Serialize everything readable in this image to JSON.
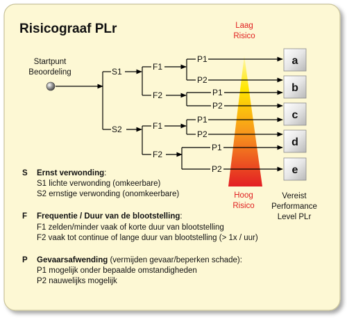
{
  "title": "Risicograaf PLr",
  "start": {
    "line1": "Startpunt",
    "line2": "Beoordeling"
  },
  "nodes": {
    "s1": "S1",
    "s2": "S2",
    "f1": "F1",
    "f2": "F2",
    "p1": "P1",
    "p2": "P2"
  },
  "risk_low": {
    "line1": "Laag",
    "line2": "Risico"
  },
  "risk_high": {
    "line1": "Hoog",
    "line2": "Risico"
  },
  "levels": [
    "a",
    "b",
    "c",
    "d",
    "e"
  ],
  "levels_caption": {
    "line1": "Vereist",
    "line2": "Performance",
    "line3": "Level PLr"
  },
  "legend": {
    "s": {
      "letter": "S",
      "heading": "Ernst verwonding",
      "suffix": ":",
      "items": [
        "S1  lichte verwonding (omkeerbare)",
        "S2  ernstige verwonding (onomkeerbare)"
      ]
    },
    "f": {
      "letter": "F",
      "heading": "Frequentie / Duur van de blootstelling",
      "suffix": ":",
      "items": [
        "F1  zelden/minder vaak  of  korte duur van blootstelling",
        "F2  vaak tot continue  of  lange duur van blootstelling (> 1x / uur)"
      ]
    },
    "p": {
      "letter": "P",
      "heading": "Gevaarsafwending",
      "suffix": " (vermijden gevaar/beperken schade):",
      "items": [
        "P1  mogelijk onder bepaalde omstandigheden",
        "P2  nauwelijks mogelijk"
      ]
    }
  },
  "colors": {
    "card_bg": "#fdf8d4",
    "risk_label": "#e02020",
    "triangle_top": "#fff200",
    "triangle_bottom": "#e31e24"
  }
}
